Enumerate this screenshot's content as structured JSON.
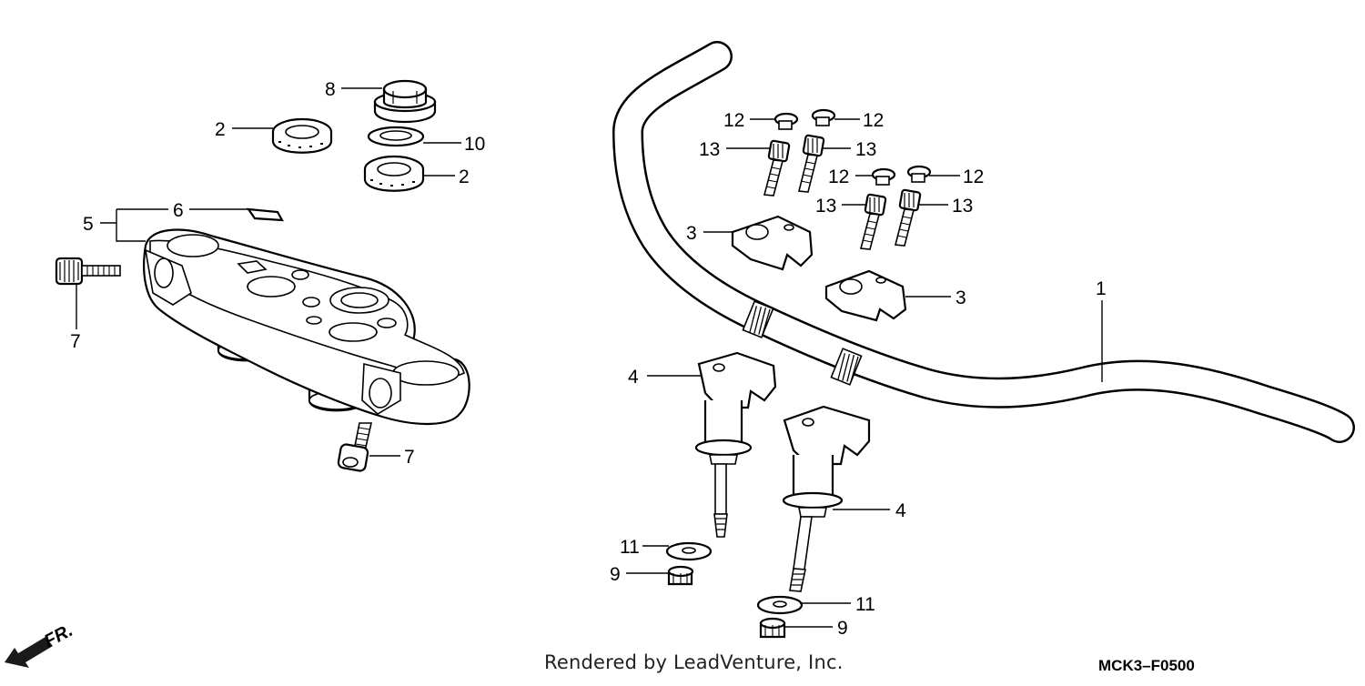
{
  "diagram": {
    "callouts": [
      {
        "id": "c1",
        "label": "1"
      },
      {
        "id": "c2a",
        "label": "2"
      },
      {
        "id": "c2b",
        "label": "2"
      },
      {
        "id": "c3a",
        "label": "3"
      },
      {
        "id": "c3b",
        "label": "3"
      },
      {
        "id": "c4a",
        "label": "4"
      },
      {
        "id": "c4b",
        "label": "4"
      },
      {
        "id": "c5",
        "label": "5"
      },
      {
        "id": "c6",
        "label": "6"
      },
      {
        "id": "c7a",
        "label": "7"
      },
      {
        "id": "c7b",
        "label": "7"
      },
      {
        "id": "c8",
        "label": "8"
      },
      {
        "id": "c9a",
        "label": "9"
      },
      {
        "id": "c9b",
        "label": "9"
      },
      {
        "id": "c10",
        "label": "10"
      },
      {
        "id": "c11a",
        "label": "11"
      },
      {
        "id": "c11b",
        "label": "11"
      },
      {
        "id": "c12a",
        "label": "12"
      },
      {
        "id": "c12b",
        "label": "12"
      },
      {
        "id": "c12c",
        "label": "12"
      },
      {
        "id": "c12d",
        "label": "12"
      },
      {
        "id": "c13a",
        "label": "13"
      },
      {
        "id": "c13b",
        "label": "13"
      },
      {
        "id": "c13c",
        "label": "13"
      },
      {
        "id": "c13d",
        "label": "13"
      }
    ],
    "front_marker": "FR.",
    "credit": "Rendered by LeadVenture, Inc.",
    "diagram_code": "MCK3–F0500"
  }
}
